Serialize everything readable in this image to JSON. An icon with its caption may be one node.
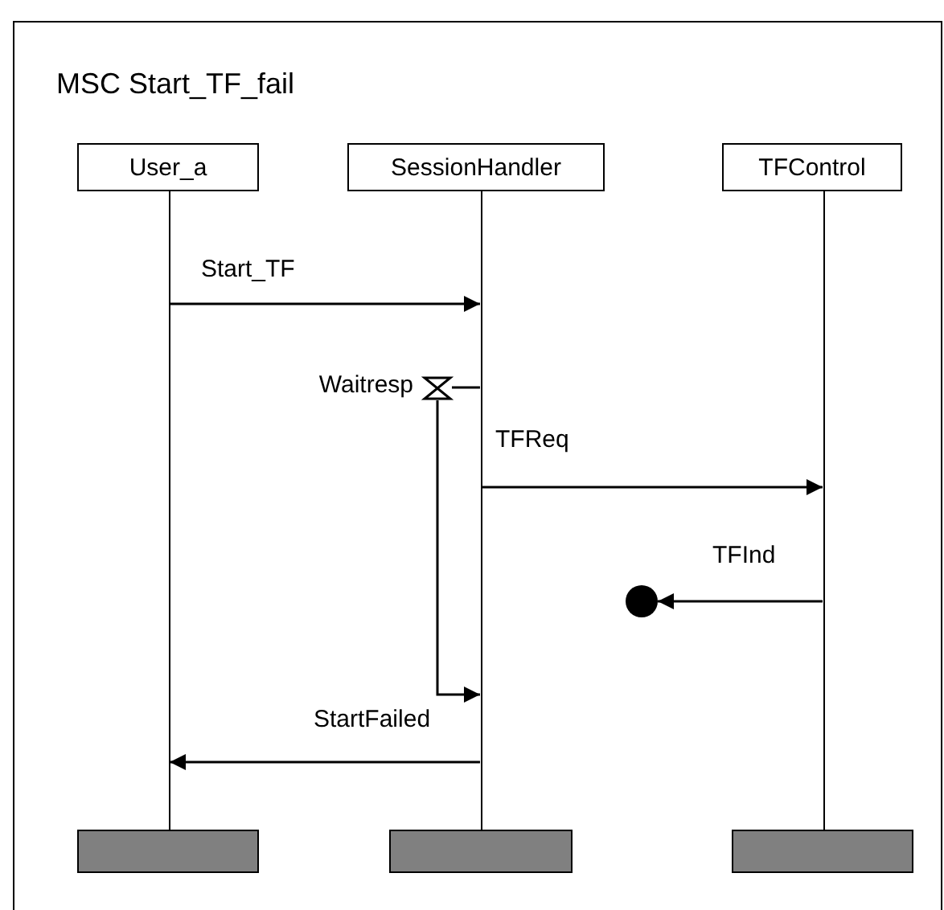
{
  "diagram": {
    "nodes": [
      {
        "text": [
          "MSC Start_TF_fail"
        ]
      },
      {
        "text": [
          "User_a"
        ],
        "in": 0
      },
      {
        "text": [
          "SessionHandler"
        ],
        "in": 0
      },
      {
        "text": [
          "TFControl"
        ],
        "in": 0
      },
      {
        "text": [],
        "shape": "line",
        "in": 0
      },
      {
        "text": [],
        "shape": "line",
        "in": 0
      },
      {
        "text": [],
        "shape": "line",
        "in": 0
      },
      {
        "text": [],
        "shape": "hourglass",
        "beside": [
          "Waitresp"
        ],
        "in": 0
      },
      {
        "text": [],
        "shape": "circle",
        "in": 0
      },
      {
        "text": [],
        "shape": "bar",
        "in": 0
      },
      {
        "text": [],
        "shape": "bar",
        "in": 0
      },
      {
        "text": [],
        "shape": "bar",
        "in": 0
      }
    ],
    "edges": [
      {
        "from": 4,
        "to": 5,
        "arrow": "to",
        "label": "Start_TF"
      },
      {
        "from": 5,
        "to": 7,
        "arrow": "none"
      },
      {
        "from": 5,
        "to": 6,
        "arrow": "to",
        "label": "TFReq"
      },
      {
        "from": 6,
        "to": 8,
        "arrow": "to",
        "label": "TFInd"
      },
      {
        "from": 7,
        "to": 5,
        "arrow": "to"
      },
      {
        "from": 5,
        "to": 4,
        "arrow": "to",
        "label": "StartFailed"
      }
    ]
  }
}
